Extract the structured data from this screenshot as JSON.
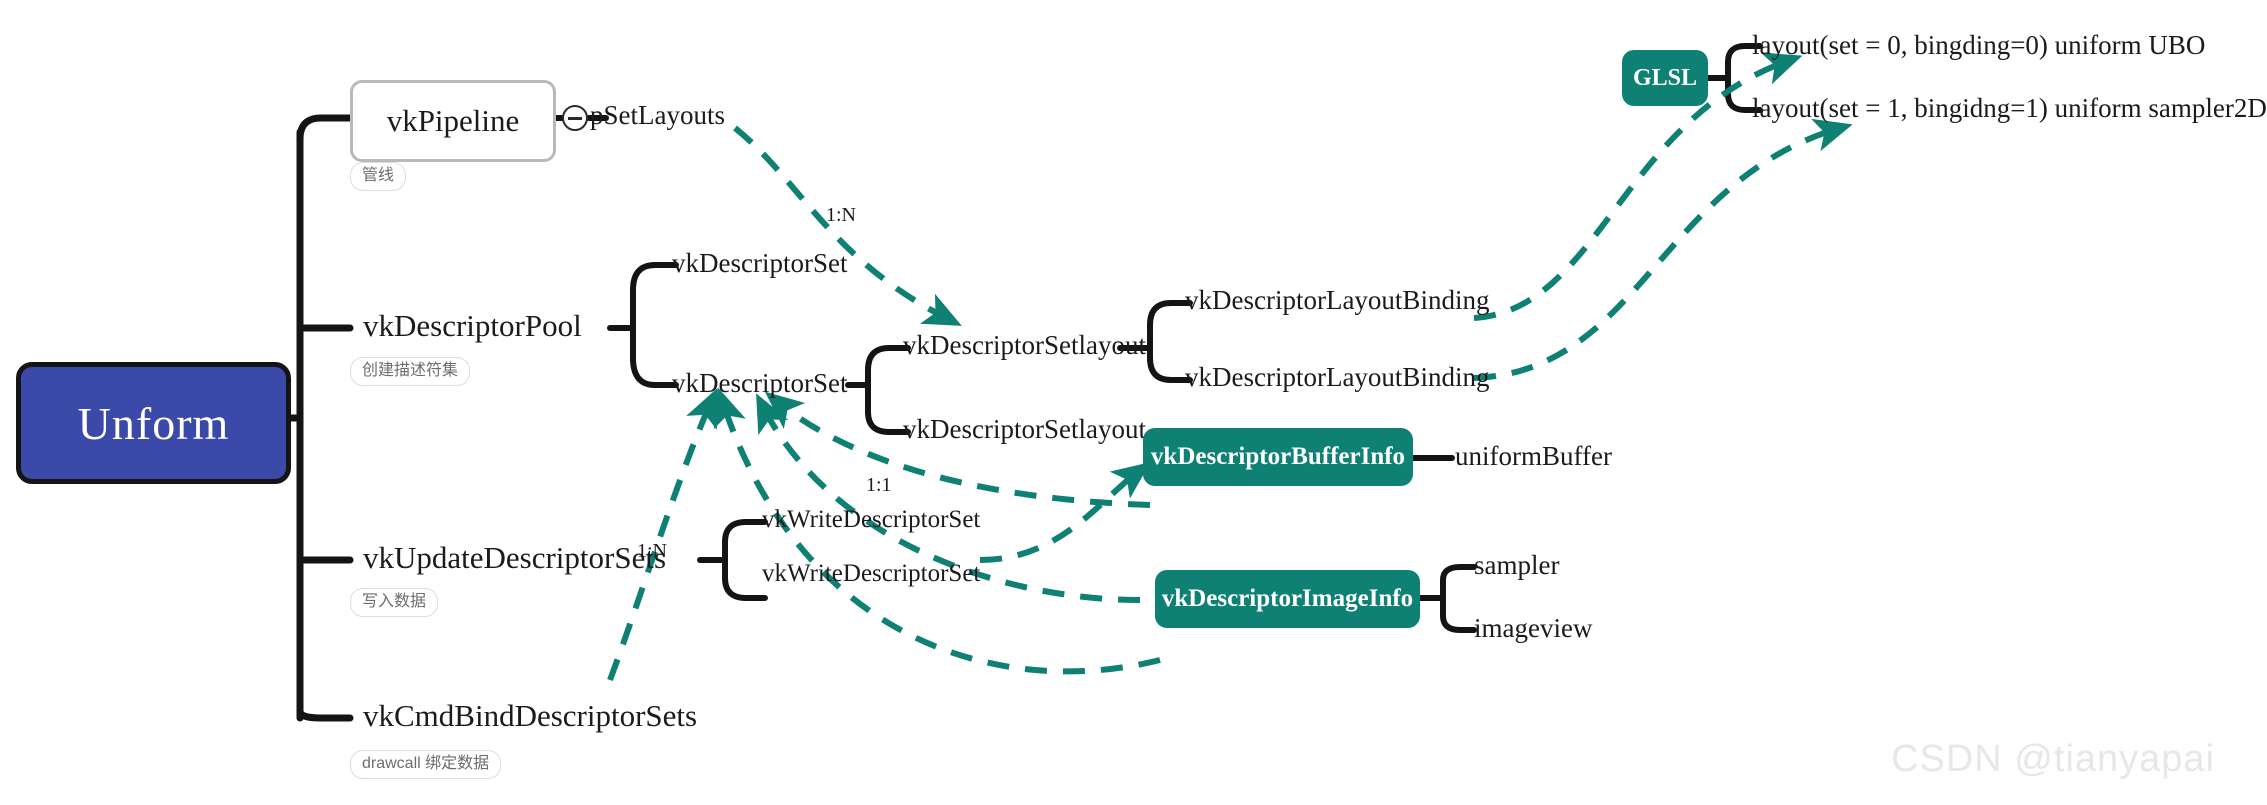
{
  "diagram": {
    "type": "mindmap",
    "root": {
      "label": "Unform",
      "color": "#3b4aa8"
    },
    "branches": [
      {
        "label": "vkPipeline",
        "tag": "管线",
        "collapse_icon": "minus-circle-icon",
        "children": [
          {
            "label": "pSetLayouts"
          }
        ]
      },
      {
        "label": "vkDescriptorPool",
        "tag": "创建描述符集",
        "children": [
          {
            "label": "vkDescriptorSet"
          },
          {
            "label": "vkDescriptorSet",
            "children": [
              {
                "label": "vkDescriptorSetlayout",
                "children": [
                  {
                    "label": "vkDescriptorLayoutBinding"
                  },
                  {
                    "label": "vkDescriptorLayoutBinding"
                  }
                ]
              },
              {
                "label": "vkDescriptorSetlayout"
              }
            ]
          }
        ]
      },
      {
        "label": "vkUpdateDescriptorSets",
        "tag": "写入数据",
        "children": [
          {
            "label": "vkWriteDescriptorSet"
          },
          {
            "label": "vkWriteDescriptorSet"
          }
        ]
      },
      {
        "label": "vkCmdBindDescriptorSets",
        "tag": "drawcall 绑定数据",
        "children": []
      }
    ],
    "teal_nodes": [
      {
        "label": "vkDescriptorBufferInfo",
        "color": "#0e8074",
        "children": [
          {
            "label": "uniformBuffer"
          }
        ]
      },
      {
        "label": "vkDescriptorImageInfo",
        "color": "#0e8074",
        "children": [
          {
            "label": "sampler"
          },
          {
            "label": "imageview"
          }
        ]
      },
      {
        "label": "GLSL",
        "color": "#0e8074",
        "children": [
          {
            "label": "layout(set = 0,  bingding=0) uniform UBO"
          },
          {
            "label": "layout(set = 1, bingidng=1) uniform sampler2D"
          }
        ]
      }
    ],
    "relation_labels": [
      {
        "text": "1:N",
        "note": "pipeline to descriptor setlayout"
      },
      {
        "text": "1:1",
        "note": "write descriptor set to descriptor set"
      },
      {
        "text": "1:N",
        "note": "update descriptor sets"
      }
    ],
    "arrow_color": "#0e8074",
    "watermark": "CSDN @tianyapai"
  }
}
